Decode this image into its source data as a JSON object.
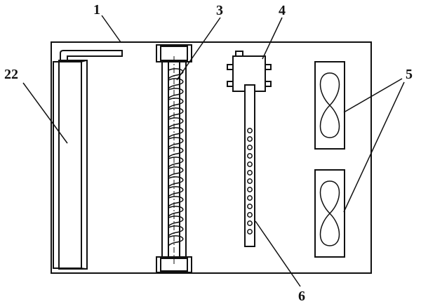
{
  "labels": {
    "housing": "1",
    "radiator": "22",
    "rod_assembly": "3",
    "control_box": "4",
    "fans": "5",
    "rack": "6"
  }
}
